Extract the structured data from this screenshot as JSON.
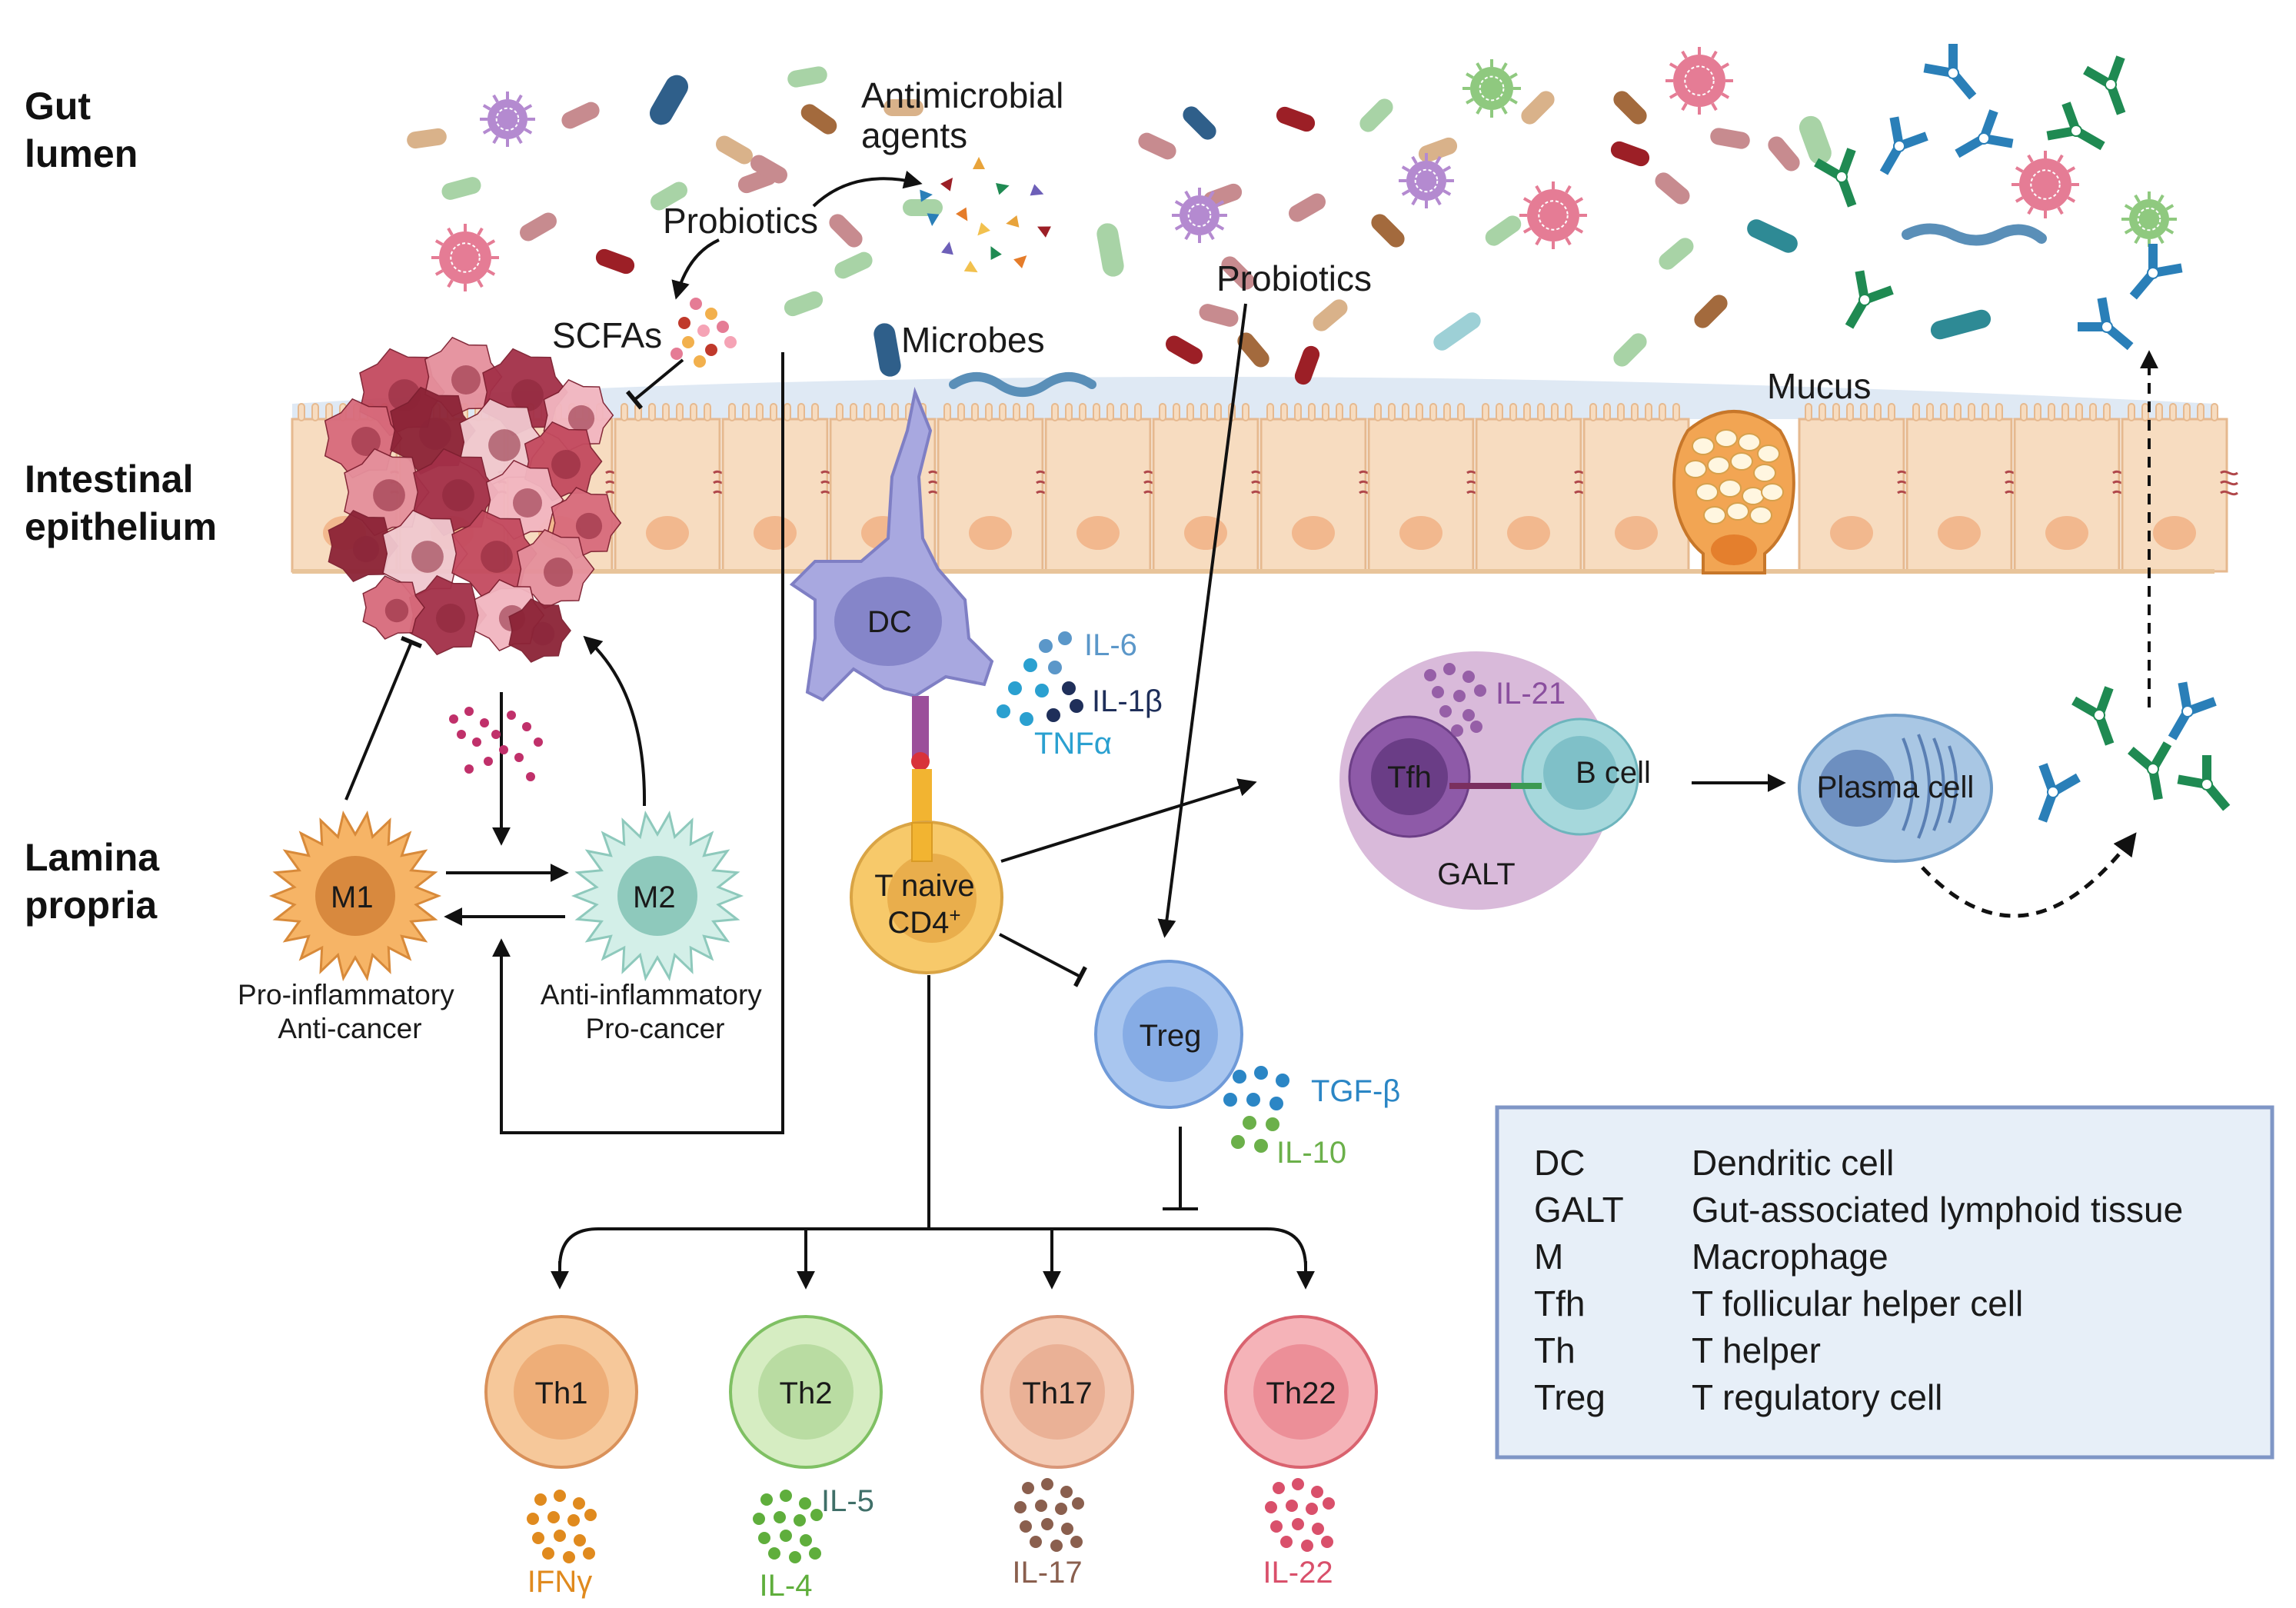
{
  "zones": {
    "gut_lumen": [
      "Gut",
      "lumen"
    ],
    "epithelium": [
      "Intestinal",
      "epithelium"
    ],
    "lamina": [
      "Lamina",
      "propria"
    ]
  },
  "labels": {
    "antimicrobial": [
      "Antimicrobial",
      "agents"
    ],
    "probiotics_left": "Probiotics",
    "probiotics_right": "Probiotics",
    "scfas": "SCFAs",
    "microbes": "Microbes",
    "mucus": "Mucus"
  },
  "cells": {
    "dc": "DC",
    "m1": "M1",
    "m2": "M2",
    "m1_caption": [
      "Pro-inflammatory",
      "Anti-cancer"
    ],
    "m2_caption": [
      "Anti-inflammatory",
      "Pro-cancer"
    ],
    "tnaive": [
      "T naive",
      "CD4",
      "+"
    ],
    "treg": "Treg",
    "tfh": "Tfh",
    "bcell": "B cell",
    "galt": "GALT",
    "plasma": "Plasma cell",
    "th1": "Th1",
    "th2": "Th2",
    "th17": "Th17",
    "th22": "Th22"
  },
  "cytokines": {
    "il6": "IL-6",
    "il1b": "IL-1β",
    "tnfa": "TNFα",
    "il21": "IL-21",
    "tgfb": "TGF-β",
    "il10": "IL-10",
    "ifng": "IFNγ",
    "il4": "IL-4",
    "il5": "IL-5",
    "il17": "IL-17",
    "il22": "IL-22"
  },
  "colors": {
    "il6": "#5b97c9",
    "il1b": "#1f2f5a",
    "tnfa": "#2aa0d0",
    "il21": "#8a4f9e",
    "tgfb": "#2b86c5",
    "il10": "#6bb04a",
    "ifng": "#e08a1e",
    "il4": "#5fae3c",
    "il5": "#3f6f68",
    "il17": "#8a5f4e",
    "il22": "#d9506b"
  },
  "legend": [
    {
      "abbr": "DC",
      "full": "Dendritic cell"
    },
    {
      "abbr": "GALT",
      "full": "Gut-associated lymphoid tissue"
    },
    {
      "abbr": "M",
      "full": "Macrophage"
    },
    {
      "abbr": "Tfh",
      "full": "T follicular helper cell"
    },
    {
      "abbr": "Th",
      "full": "T helper"
    },
    {
      "abbr": "Treg",
      "full": "T regulatory cell"
    }
  ]
}
